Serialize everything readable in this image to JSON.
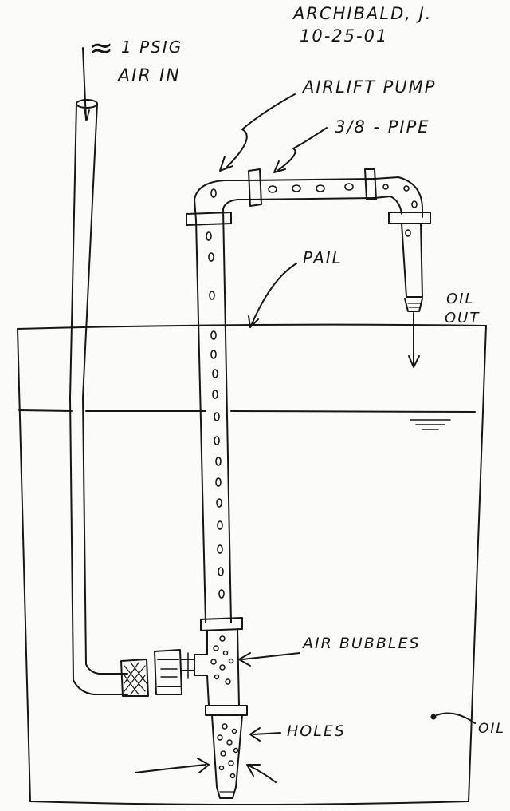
{
  "signature": {
    "name": "ARCHIBALD, J.",
    "date": "10-25-01"
  },
  "labels": {
    "air_supply_symbol": "≈",
    "air_supply_pressure": "1 PSIG",
    "air_in": "AIR IN",
    "airlift_pump": "AIRLIFT PUMP",
    "pipe_size": "3/8 - PIPE",
    "pail": "PAIL",
    "oil_out_line1": "OIL",
    "oil_out_line2": "OUT",
    "air_bubbles": "AIR BUBBLES",
    "holes": "HOLES",
    "oil": "OIL"
  },
  "colors": {
    "ink": "#161616",
    "paper": "#fbfbf9"
  }
}
